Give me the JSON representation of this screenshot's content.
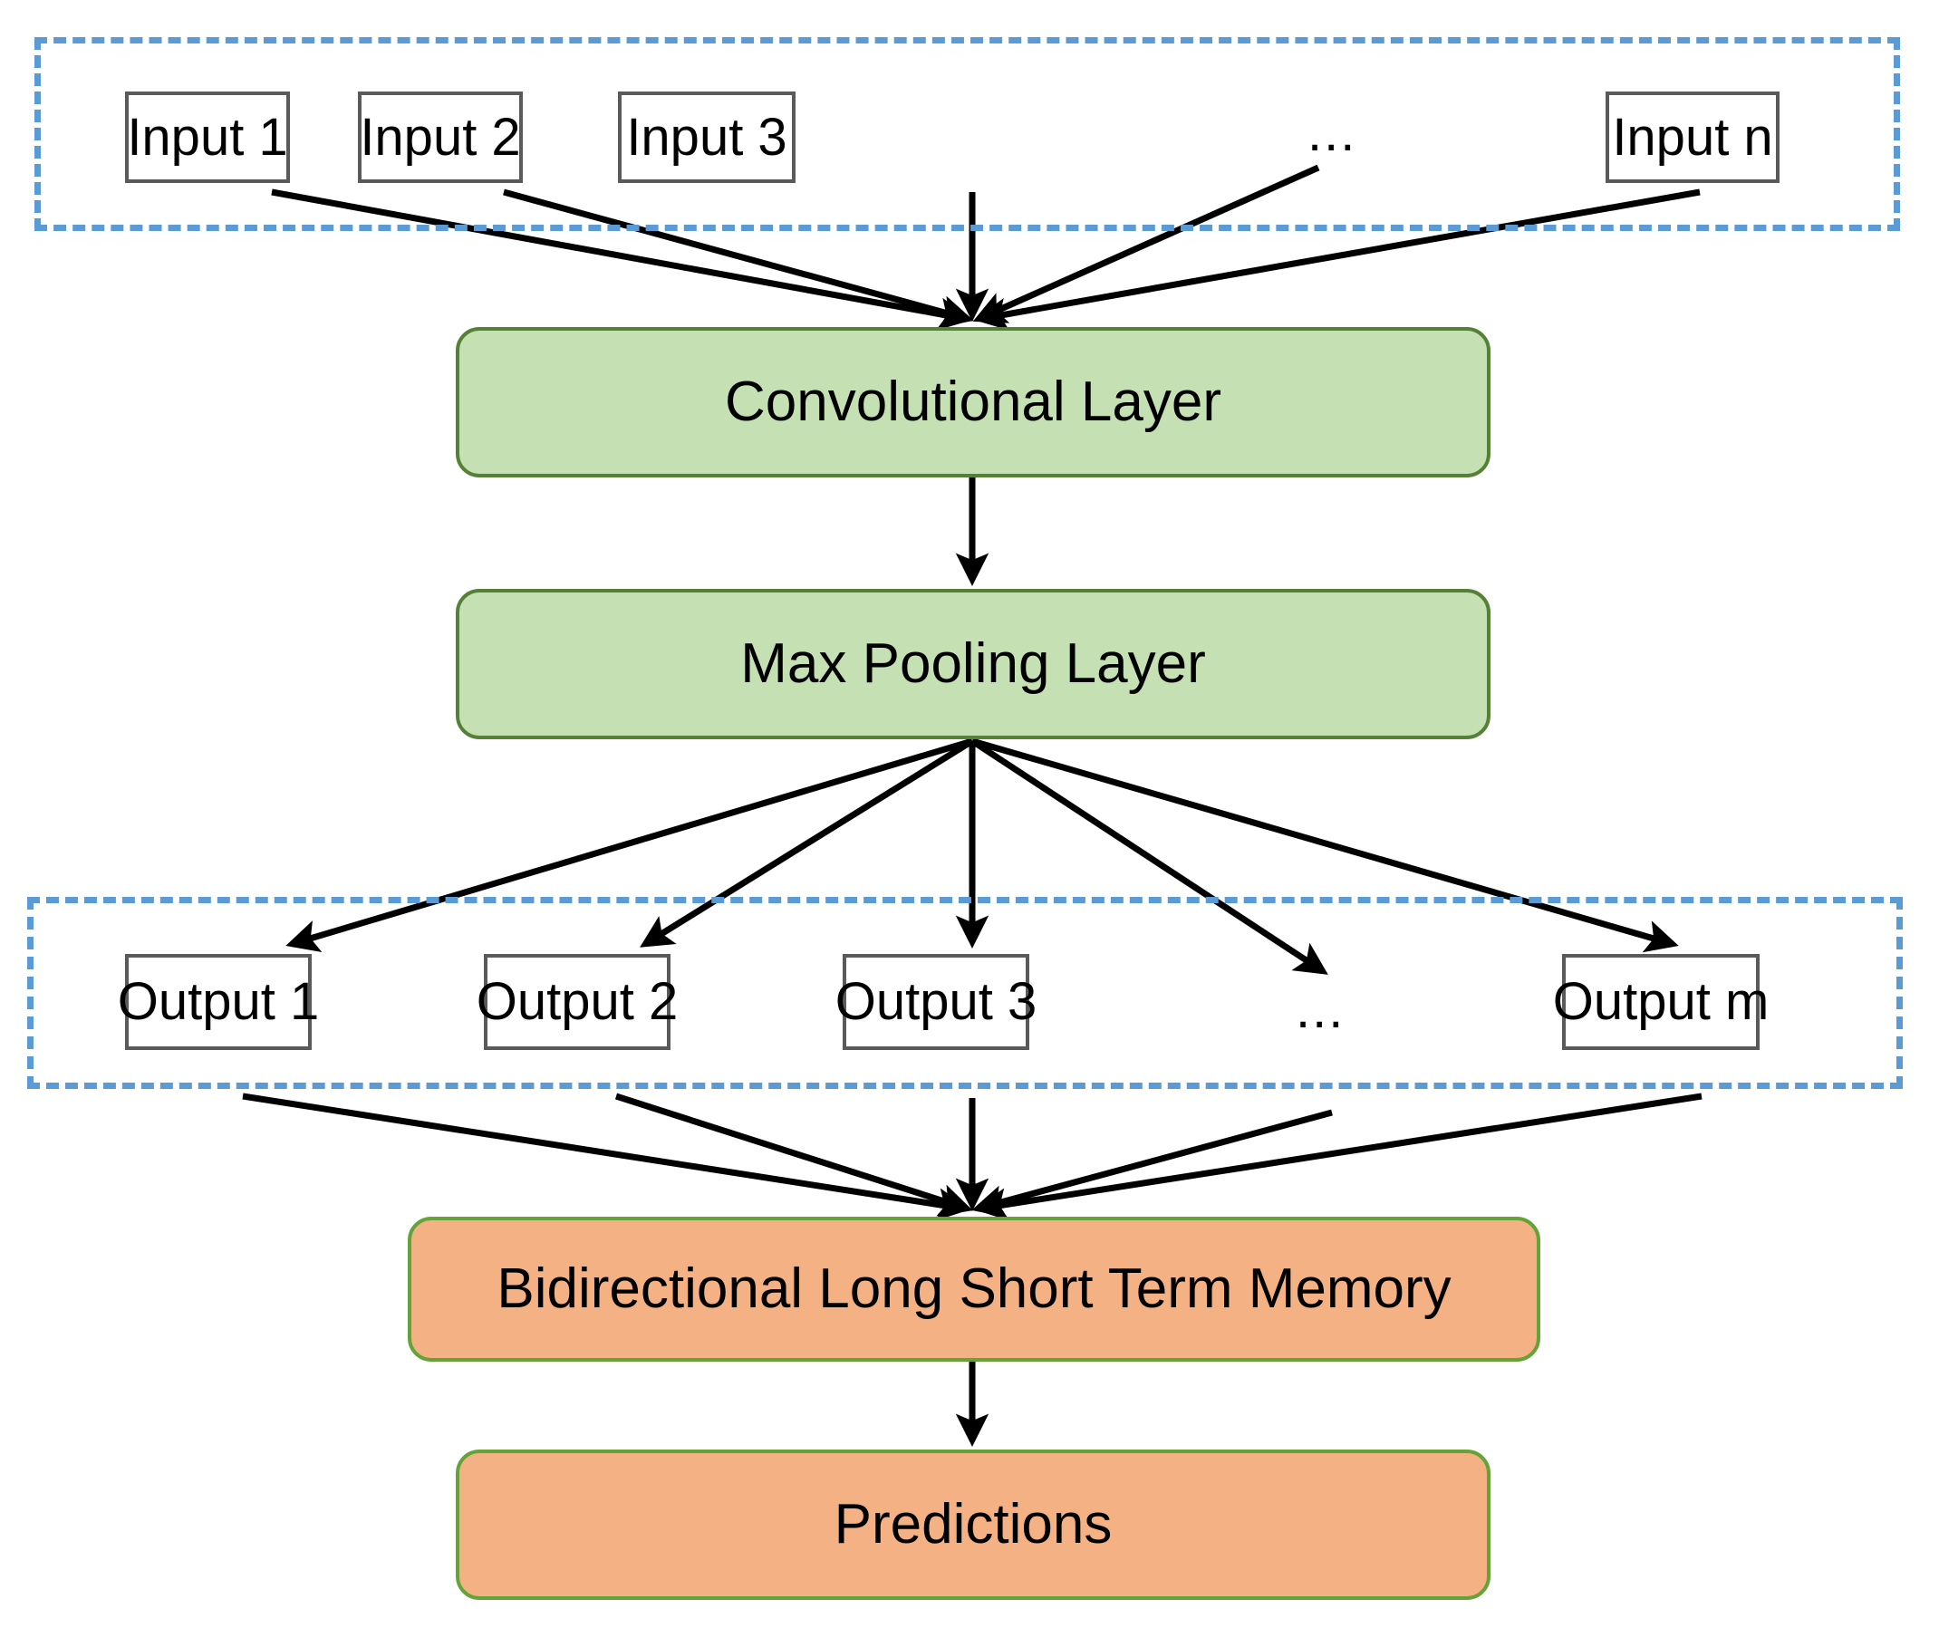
{
  "diagram": {
    "title": "CNN-BiLSTM architecture flow diagram",
    "colors": {
      "dashed_group_border": "#5b9bd5",
      "conv_pool_fill": "#c5e0b3",
      "conv_pool_border": "#548135",
      "lstm_pred_fill": "#f4b183",
      "lstm_pred_border": "#63a338",
      "io_box_border": "#5a5a5a",
      "io_box_fill": "#ffffff",
      "arrow": "#000000",
      "background": "#ffffff"
    },
    "input_group": {
      "ellipsis": "...",
      "boxes": [
        {
          "label": "Input 1"
        },
        {
          "label": "Input 2"
        },
        {
          "label": "Input 3"
        },
        {
          "label": "Input n"
        }
      ]
    },
    "layers": {
      "convolutional": "Convolutional Layer",
      "max_pooling": "Max Pooling Layer",
      "bilstm": "Bidirectional Long Short Term Memory",
      "predictions": "Predictions"
    },
    "output_group": {
      "ellipsis": "...",
      "boxes": [
        {
          "label": "Output 1"
        },
        {
          "label": "Output 2"
        },
        {
          "label": "Output 3"
        },
        {
          "label": "Output m"
        }
      ]
    },
    "edges": [
      {
        "from": "Input 1",
        "to": "Convolutional Layer"
      },
      {
        "from": "Input 2",
        "to": "Convolutional Layer"
      },
      {
        "from": "Input 3",
        "to": "Convolutional Layer"
      },
      {
        "from": "Input n",
        "to": "Convolutional Layer"
      },
      {
        "from": "Convolutional Layer",
        "to": "Max Pooling Layer"
      },
      {
        "from": "Max Pooling Layer",
        "to": "Output 1"
      },
      {
        "from": "Max Pooling Layer",
        "to": "Output 2"
      },
      {
        "from": "Max Pooling Layer",
        "to": "Output 3"
      },
      {
        "from": "Max Pooling Layer",
        "to": "ellipsis"
      },
      {
        "from": "Max Pooling Layer",
        "to": "Output m"
      },
      {
        "from": "Output 1",
        "to": "Bidirectional Long Short Term Memory"
      },
      {
        "from": "Output 2",
        "to": "Bidirectional Long Short Term Memory"
      },
      {
        "from": "Output 3",
        "to": "Bidirectional Long Short Term Memory"
      },
      {
        "from": "Output m",
        "to": "Bidirectional Long Short Term Memory"
      },
      {
        "from": "Bidirectional Long Short Term Memory",
        "to": "Predictions"
      }
    ]
  }
}
